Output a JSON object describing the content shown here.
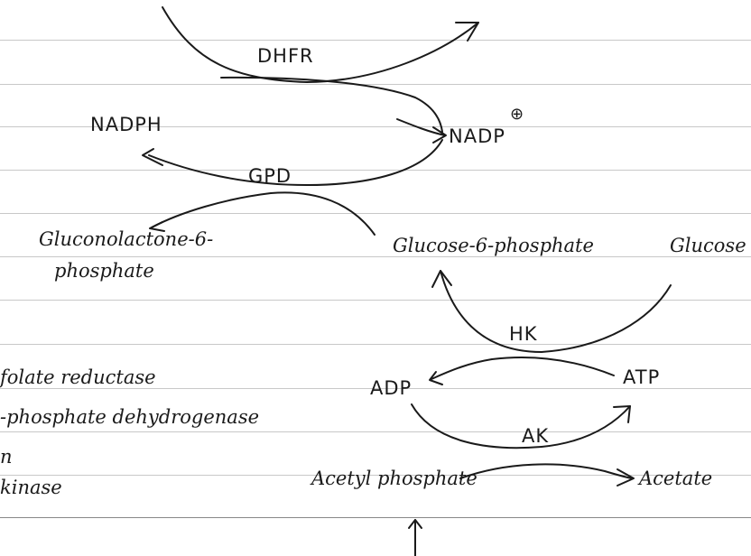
{
  "enzymes": {
    "dhfr": "DHFR",
    "gpd": "GPD",
    "hk": "HK",
    "ak": "AK"
  },
  "cofactors": {
    "nadph": "NADPH",
    "nadp": "NADP",
    "nadp_charge": "⊕",
    "adp": "ADP",
    "atp": "ATP"
  },
  "metabolites": {
    "gluconolactone_line1": "Gluconolactone-6-",
    "gluconolactone_line2": "phosphate",
    "glucose6p": "Glucose-6-phosphate",
    "glucose": "Glucose",
    "acetyl_phosphate": "Acetyl phosphate",
    "acetate": "Acetate"
  },
  "legend": {
    "line1": "folate reductase",
    "line2": "-phosphate dehydrogenase",
    "line3": "n",
    "line4": "kinase"
  }
}
